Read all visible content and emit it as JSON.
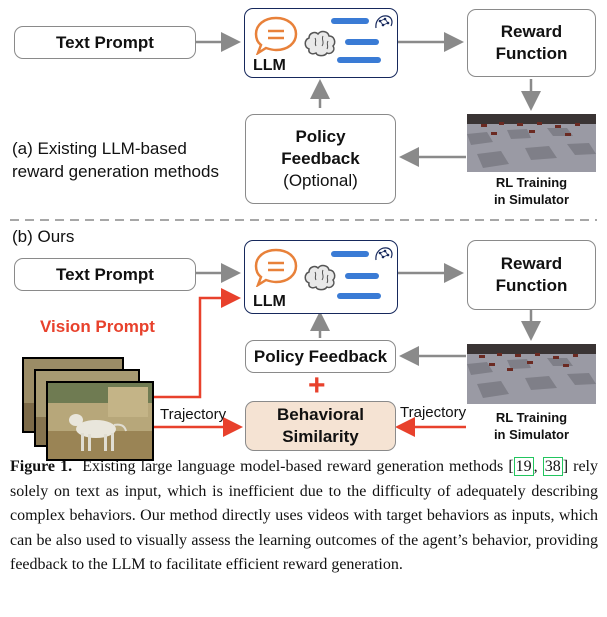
{
  "top": {
    "text_prompt": "Text Prompt",
    "llm_label": "LLM",
    "reward_line1": "Reward",
    "reward_line2": "Function",
    "policy_line1": "Policy",
    "policy_line2": "Feedback",
    "policy_line3": "(Optional)",
    "section_line1": "(a) Existing LLM-based",
    "section_line2": "reward generation methods",
    "rl_line1": "RL Training",
    "rl_line2": "in Simulator"
  },
  "bottom": {
    "section_label": "(b) Ours",
    "text_prompt": "Text Prompt",
    "llm_label": "LLM",
    "reward_line1": "Reward",
    "reward_line2": "Function",
    "vision_prompt": "Vision Prompt",
    "policy_feedback": "Policy Feedback",
    "behavioral_line1": "Behavioral",
    "behavioral_line2": "Similarity",
    "trajectory_left": "Trajectory",
    "trajectory_right": "Trajectory",
    "rl_line1": "RL Training",
    "rl_line2": "in Simulator",
    "plus": "+"
  },
  "caption": {
    "lead": "Figure 1.",
    "part1": "Existing large language model-based reward generation methods ",
    "cite1": "19",
    "sep": ", ",
    "cite2": "38",
    "part2": " rely solely on text as input, which is inefficient due to the difficulty of adequately describing complex behaviors. Our method directly uses videos with target behaviors as inputs, which can be also used to visually assess the learning outcomes of the agent’s behavior, providing feedback to the LLM to facilitate efficient reward generation."
  },
  "colors": {
    "accent_red": "#e8412c",
    "llm_border": "#16285c",
    "speech_orange": "#e8813a",
    "bar_blue": "#3a7bd5",
    "behavioral_fill": "#f5e3d3",
    "arrow_gray": "#8a8a8a"
  }
}
